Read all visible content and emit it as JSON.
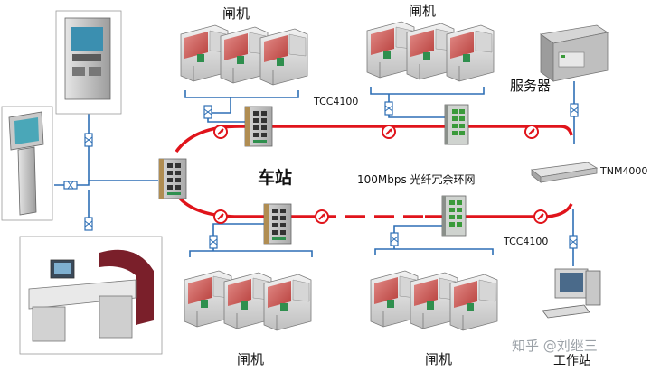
{
  "labels": {
    "gate_top_left": "闸机",
    "gate_top_right": "闸机",
    "gate_bottom_left": "闸机",
    "gate_bottom_right": "闸机",
    "server": "服务器",
    "station": "车站",
    "ring": "100Mbps 光纤冗余环网",
    "tcc_top": "TCC4100",
    "tcc_bottom": "TCC4100",
    "tnm": "TNM4000",
    "workstation": "工作站"
  },
  "watermark": "知乎 @刘继三",
  "colors": {
    "ring": "#e0141b",
    "link": "#2e6fb5",
    "gate_panel": "#c9524f",
    "switch_body": "#c8c8c8",
    "switch_accent": "#b08d52"
  },
  "icons": {
    "ring_arrow": "arrow-icon",
    "link_connector": "coupler-icon"
  }
}
